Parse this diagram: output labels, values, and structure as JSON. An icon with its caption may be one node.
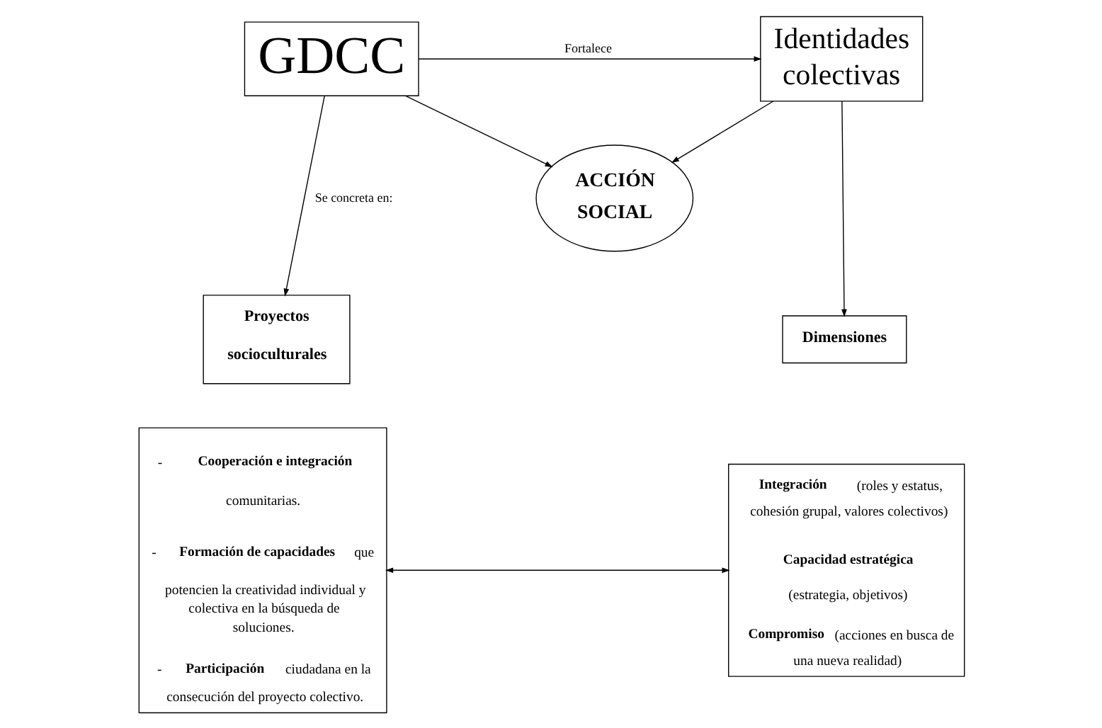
{
  "diagram": {
    "nodes": [
      {
        "text": [
          "GDCC"
        ]
      },
      {
        "text": [
          "Identidades colectivas"
        ]
      },
      {
        "text": [
          "ACCIÓN SOCIAL"
        ]
      },
      {
        "text": [
          "Proyectos socioculturales"
        ]
      },
      {
        "text": [
          "Dimensiones"
        ]
      },
      {
        "text": [
          "-   **Cooperación e integración** comunitarias.",
          "-   **Formación de capacidades** que potencien la creatividad individual y colectiva en la búsqueda de soluciones.",
          "-   **Participación** ciudadana en la consecución del proyecto colectivo."
        ]
      },
      {
        "text": [
          "**Integración** (roles y estatus, cohesión grupal, valores colectivos)",
          "**Capacidad estratégica** (estrategia, objetivos)",
          "**Compromiso** (acciones en busca de una nueva realidad)"
        ]
      }
    ],
    "edges": [
      {
        "from": 0,
        "to": 1,
        "arrow": "to",
        "label": "Fortalece"
      },
      {
        "from": 0,
        "to": 2,
        "arrow": "to"
      },
      {
        "from": 1,
        "to": 2,
        "arrow": "to"
      },
      {
        "from": 0,
        "to": 3,
        "arrow": "to",
        "label": "Se concreta en:"
      },
      {
        "from": 1,
        "to": 4,
        "arrow": "to"
      },
      {
        "from": 5,
        "to": 6,
        "arrow": "both"
      }
    ]
  }
}
